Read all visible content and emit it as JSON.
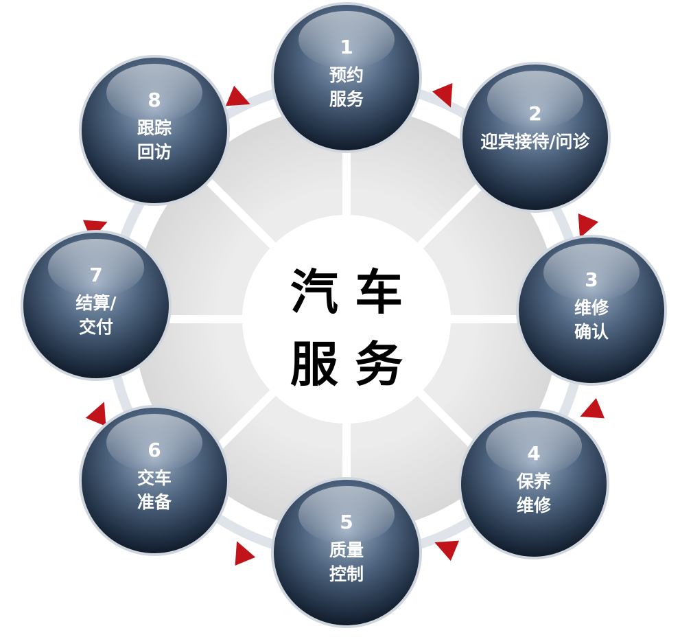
{
  "center": {
    "line1": "汽  车",
    "line2": "服  务"
  },
  "steps": [
    {
      "number": "1",
      "line1": "预约",
      "line2": "服务"
    },
    {
      "number": "2",
      "line1": "迎宾接待/问诊",
      "line2": ""
    },
    {
      "number": "3",
      "line1": "维修",
      "line2": "确认"
    },
    {
      "number": "4",
      "line1": "保养",
      "line2": "维修"
    },
    {
      "number": "5",
      "line1": "质量",
      "line2": "控制"
    },
    {
      "number": "6",
      "line1": "交车",
      "line2": "准备"
    },
    {
      "number": "7",
      "line1": "结算/",
      "line2": "交付"
    },
    {
      "number": "8",
      "line1": "跟踪",
      "line2": "回访"
    }
  ],
  "colors": {
    "arrow": "#c0141a",
    "node_dark": "#1c2a3c",
    "node_light": "#8a9bb0",
    "wheel": "#e4e4e4"
  }
}
